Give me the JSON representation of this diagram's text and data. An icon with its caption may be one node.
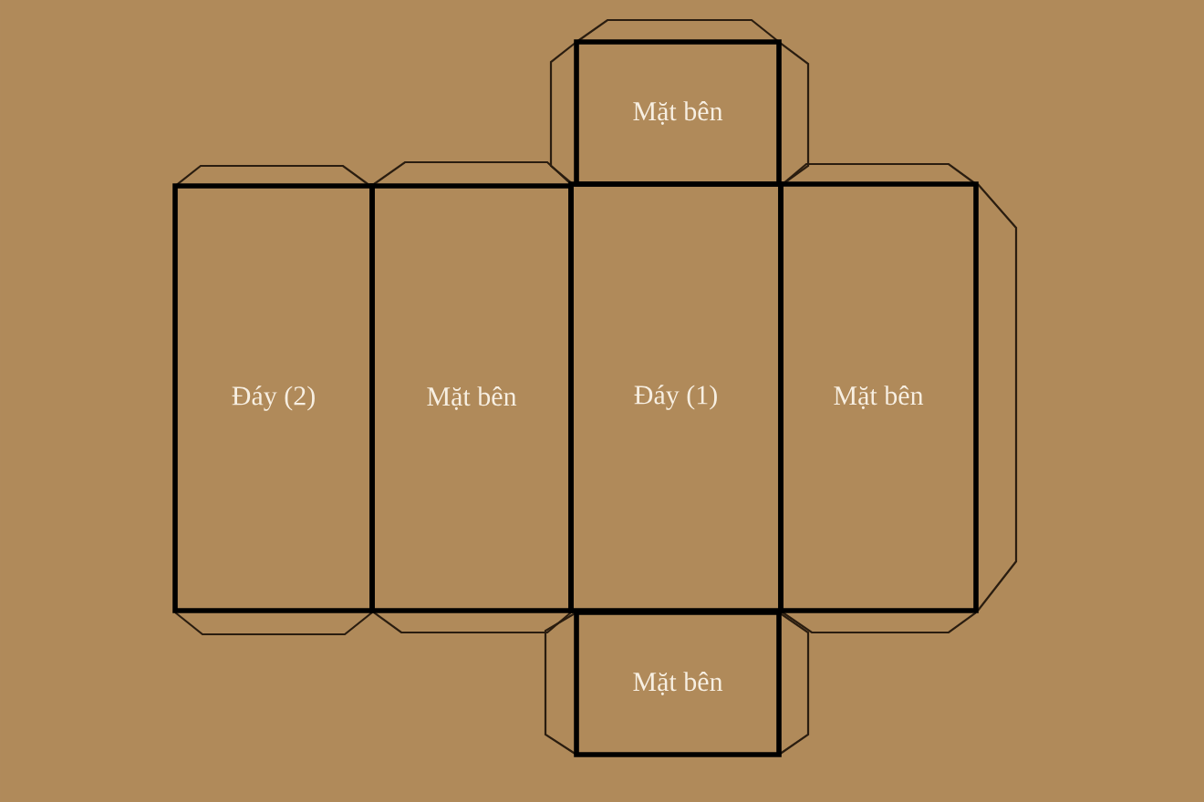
{
  "diagram": {
    "nodes": [
      {
        "text": [
          "Mặt bên"
        ]
      },
      {
        "text": [
          "Đáy (2)"
        ]
      },
      {
        "text": [
          "Mặt bên"
        ]
      },
      {
        "text": [
          "Đáy (1)"
        ]
      },
      {
        "text": [
          "Mặt bên"
        ]
      },
      {
        "text": [
          "Mặt bên"
        ]
      }
    ]
  }
}
